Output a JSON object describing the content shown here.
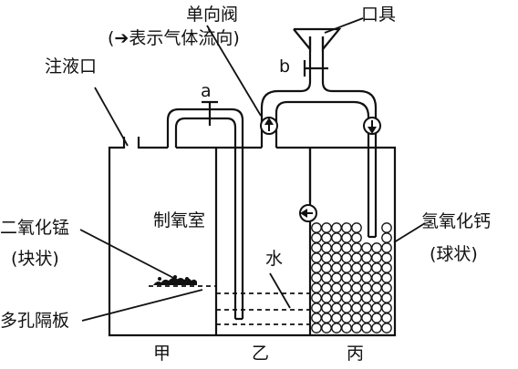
{
  "labels": {
    "check_valve": "单向阀",
    "arrow_note": "(➔表示气体流向)",
    "mouthpiece": "口具",
    "valve_b": "b",
    "inlet": "注液口",
    "valve_a": "a",
    "mno2_line1": "二氧化锰",
    "mno2_line2": "(块状)",
    "chamber": "制氧室",
    "water": "水",
    "caoh_line1": "氢氧化钙",
    "caoh_line2": "(球状)",
    "plate": "多孔隔板",
    "jia": "甲",
    "yi": "乙",
    "bing": "丙"
  },
  "colors": {
    "line": "#111111",
    "background": "#ffffff"
  }
}
